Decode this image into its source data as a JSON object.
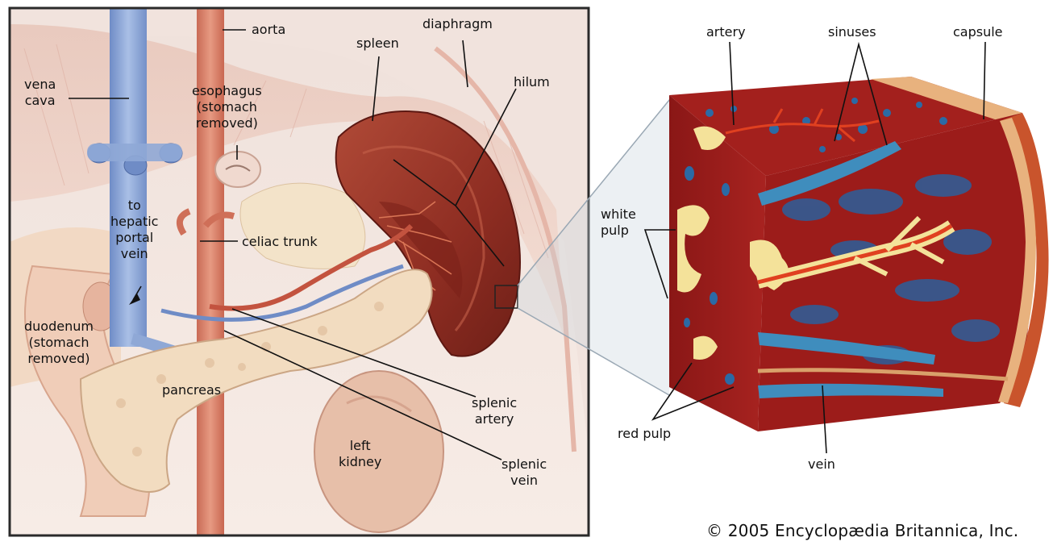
{
  "labels": {
    "aorta": "aorta",
    "diaphragm": "diaphragm",
    "spleen": "spleen",
    "hilum": "hilum",
    "vena_cava": "vena\ncava",
    "esophagus": "esophagus\n(stomach\nremoved)",
    "to_hepatic_portal_vein": "to\nhepatic\nportal\nvein",
    "celiac_trunk": "celiac trunk",
    "duodenum": "duodenum\n(stomach\nremoved)",
    "pancreas": "pancreas",
    "splenic_artery": "splenic\nartery",
    "left_kidney": "left\nkidney",
    "splenic_vein": "splenic\nvein",
    "artery": "artery",
    "sinuses": "sinuses",
    "capsule": "capsule",
    "white_pulp": "white\npulp",
    "red_pulp": "red pulp",
    "vein": "vein"
  },
  "copyright": "© 2005 Encyclopædia Britannica, Inc.",
  "colors": {
    "frame": "#2a2a2a",
    "background": "#f3e6e0",
    "diaphragm": "#e9c9bd",
    "spleen_outer": "#9e3a2c",
    "spleen_inner": "#6e1f17",
    "vena_cava": "#8fa8d6",
    "aorta": "#d7826b",
    "pancreas": "#f1dcc1",
    "kidney": "#e8c2ae",
    "red_pulp": "#9c1c1a",
    "white_pulp": "#f4e29a",
    "sinus_blue": "#2b6aa5",
    "capsule": "#e8b27e"
  }
}
